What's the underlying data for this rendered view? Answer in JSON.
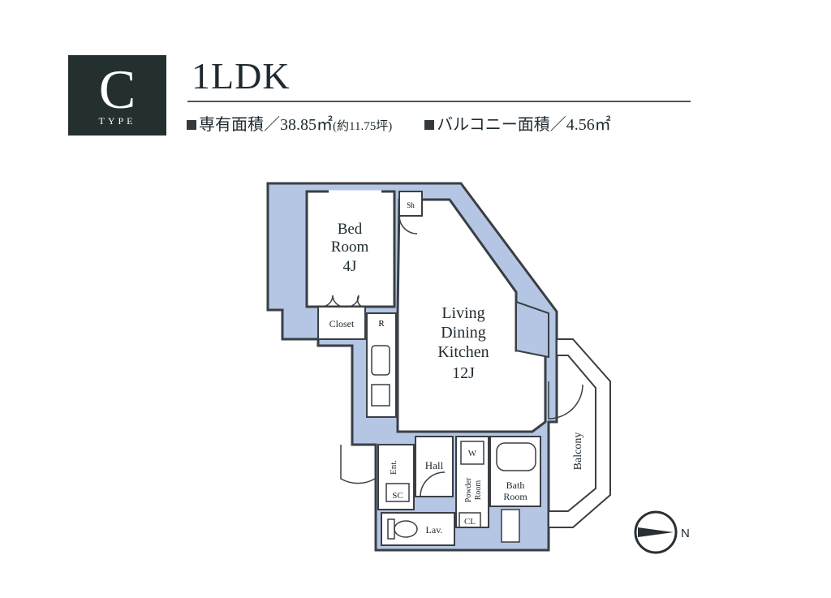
{
  "header": {
    "type_letter": "C",
    "type_word": "TYPE",
    "plan_title": "1LDK"
  },
  "specs": {
    "floor_area_label": "専有面積／",
    "floor_area_value": "38.85㎡",
    "floor_area_tsubo": "(約11.75坪)",
    "balcony_label": "バルコニー面積／",
    "balcony_value": "4.56㎡"
  },
  "rooms": {
    "bed_line1": "Bed",
    "bed_line2": "Room",
    "bed_size": "4J",
    "ldk_line1": "Living",
    "ldk_line2": "Dining",
    "ldk_line3": "Kitchen",
    "ldk_size": "12J",
    "closet": "Closet",
    "hall": "Hall",
    "bath_line1": "Bath",
    "bath_line2": "Room",
    "powder_line1": "Powder",
    "powder_line2": "Room",
    "lav": "Lav.",
    "balcony": "Balcony",
    "ent": "Ent.",
    "sc": "SC",
    "cl": "CL",
    "wm": "W",
    "sh": "Sh",
    "refrigerator": "R"
  },
  "compass": {
    "north_label": "N"
  },
  "colors": {
    "floor_fill": "#b4c6e4",
    "room_fill": "#ffffff",
    "wall": "#3a3f44",
    "badge": "#23302f"
  }
}
